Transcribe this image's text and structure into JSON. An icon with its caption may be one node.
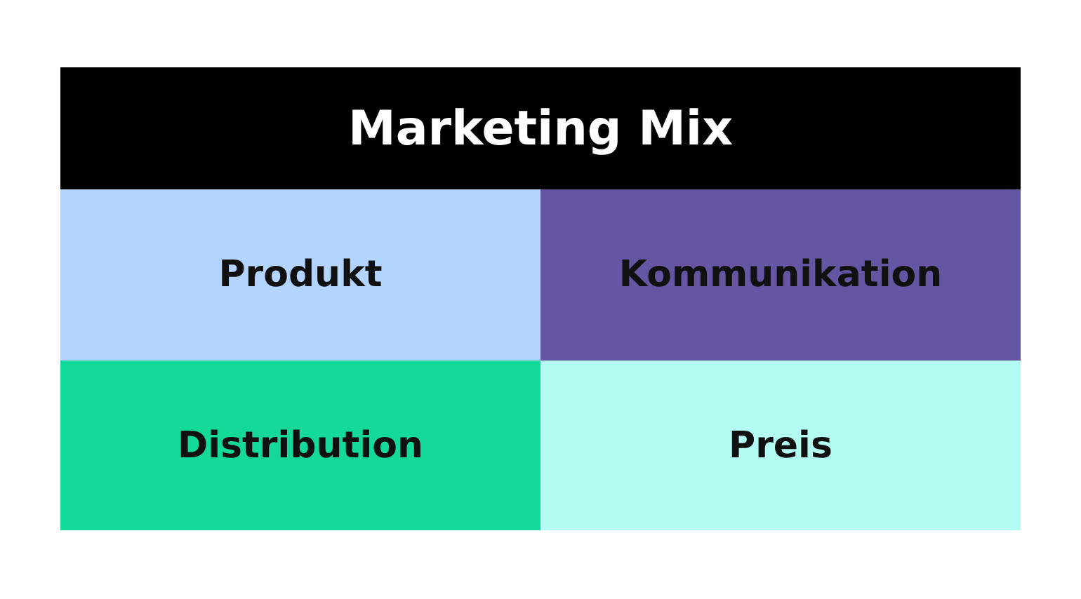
{
  "diagram": {
    "nodes": [
      {
        "text": [
          "Marketing Mix"
        ]
      },
      {
        "text": [
          "Produkt"
        ]
      },
      {
        "text": [
          "Kommunikation"
        ]
      },
      {
        "text": [
          "Distribution"
        ]
      },
      {
        "text": [
          "Preis"
        ]
      }
    ]
  }
}
